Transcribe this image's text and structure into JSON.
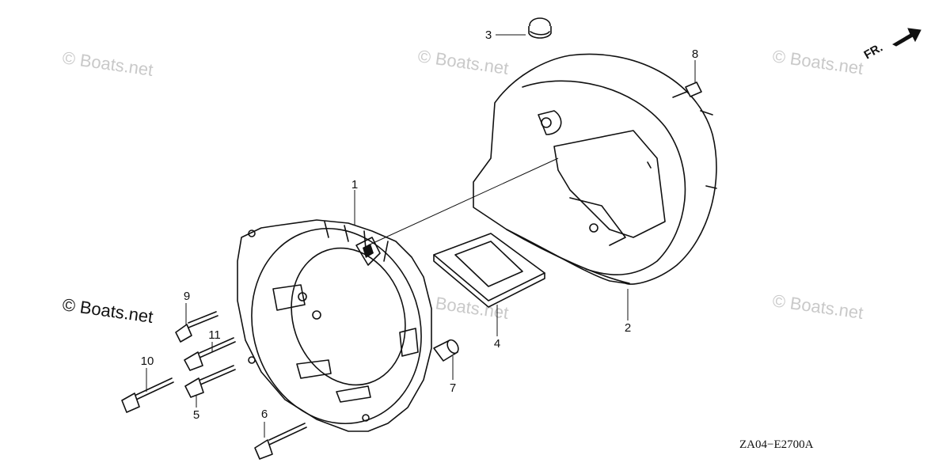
{
  "diagram": {
    "callouts": {
      "c1": "1",
      "c2": "2",
      "c3": "3",
      "c4": "4",
      "c5": "5",
      "c6": "6",
      "c7": "7",
      "c8": "8",
      "c9": "9",
      "c10": "10",
      "c11": "11"
    },
    "direction_label": "FR.",
    "drawing_code": "ZA04−E2700A"
  },
  "watermarks": {
    "w1": "© Boats.net",
    "w2": "© Boats.net",
    "w3": "© Boats.net",
    "w4": "© Boats.net",
    "w5": "© Boats.net",
    "w6": "© Boats.net"
  }
}
